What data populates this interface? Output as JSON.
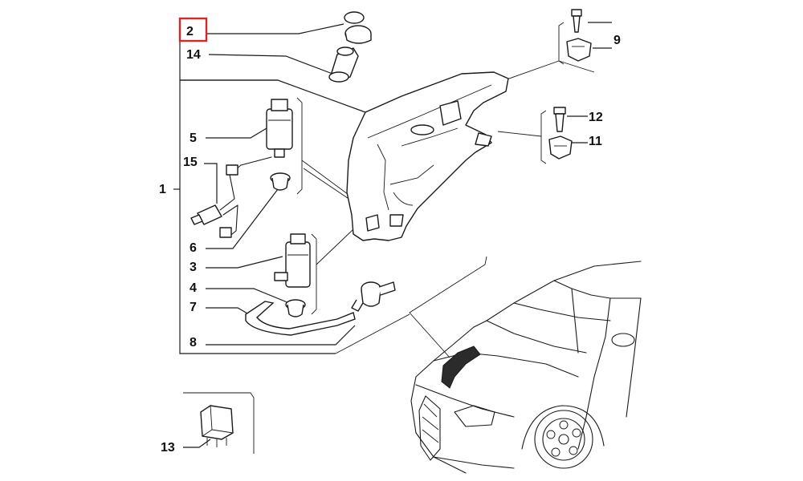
{
  "colors": {
    "line": "#1a1a1a",
    "highlight_box": "#d62828",
    "background": "#ffffff",
    "hose_fill": "#2b2b2b"
  },
  "diagram": {
    "highlighted_label": "2",
    "callouts": [
      {
        "id": "2",
        "text": "2"
      },
      {
        "id": "14",
        "text": "14"
      },
      {
        "id": "9",
        "text": "9"
      },
      {
        "id": "12",
        "text": "12"
      },
      {
        "id": "11",
        "text": "11"
      },
      {
        "id": "5",
        "text": "5"
      },
      {
        "id": "15",
        "text": "15"
      },
      {
        "id": "1",
        "text": "1"
      },
      {
        "id": "6",
        "text": "6"
      },
      {
        "id": "3",
        "text": "3"
      },
      {
        "id": "4",
        "text": "4"
      },
      {
        "id": "7",
        "text": "7"
      },
      {
        "id": "8",
        "text": "8"
      },
      {
        "id": "13",
        "text": "13"
      }
    ]
  }
}
